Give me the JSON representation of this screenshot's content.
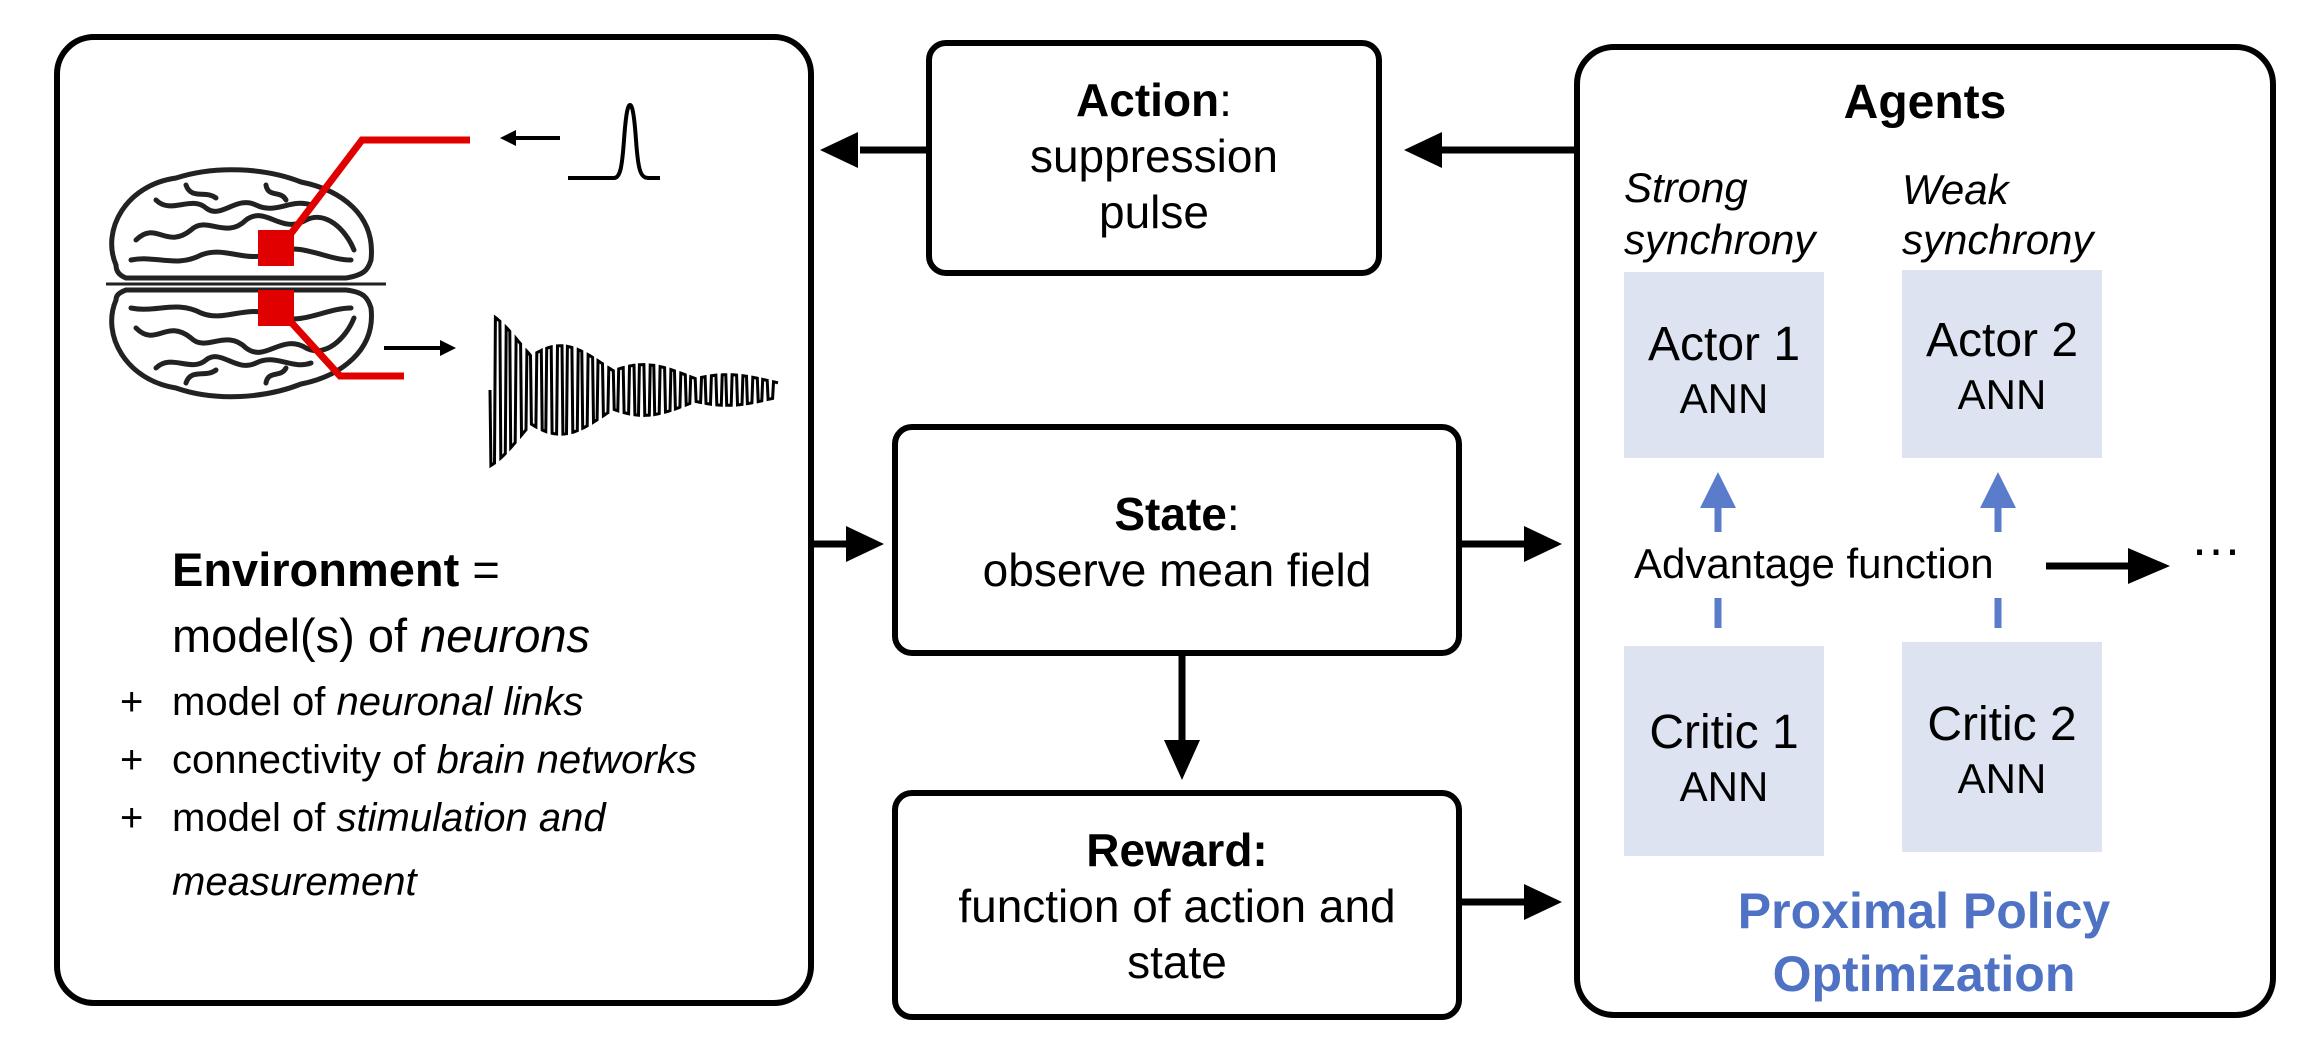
{
  "colors": {
    "border": "#000000",
    "electrode_red": "#e00000",
    "ann_box": "#dde3f1",
    "arrow_blue": "#5b7ccb",
    "ppo_text": "#4f72c4"
  },
  "environment": {
    "title": "Environment",
    "equals": " =",
    "line2_prefix": "model(s) of ",
    "line2_italic": "neurons",
    "items": [
      {
        "bullet": "+",
        "prefix": "model of ",
        "italic": "neuronal links"
      },
      {
        "bullet": "+",
        "prefix": "connectivity of ",
        "italic": "brain networks"
      },
      {
        "bullet": "+",
        "prefix": "model of ",
        "italic": "stimulation and"
      }
    ],
    "last_line_italic": "measurement"
  },
  "action": {
    "title": "Action",
    "colon": ":",
    "line1": "suppression",
    "line2": "pulse"
  },
  "state": {
    "title": "State",
    "colon": ":",
    "line1": "observe mean field"
  },
  "reward": {
    "title": "Reward:",
    "line1": "function of action and",
    "line2": "state"
  },
  "agents": {
    "title": "Agents",
    "col1_label_1": "Strong",
    "col1_label_2": "synchrony",
    "col2_label_1": "Weak",
    "col2_label_2": "synchrony",
    "actor1": {
      "name": "Actor 1",
      "sub": "ANN"
    },
    "actor2": {
      "name": "Actor 2",
      "sub": "ANN"
    },
    "critic1": {
      "name": "Critic 1",
      "sub": "ANN"
    },
    "critic2": {
      "name": "Critic 2",
      "sub": "ANN"
    },
    "advantage": "Advantage function",
    "ellipsis": "…",
    "ppo_line1": "Proximal Policy",
    "ppo_line2": "Optimization"
  },
  "icons": [
    "brain-icon",
    "pulse-icon",
    "oscillation-signal-icon"
  ]
}
